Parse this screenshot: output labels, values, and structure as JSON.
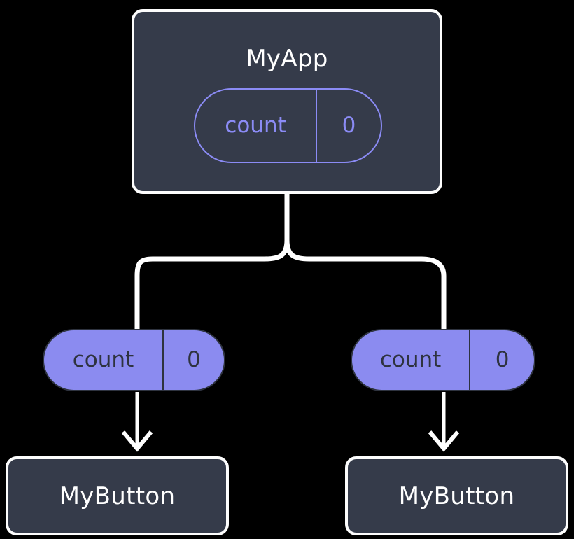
{
  "diagram": {
    "type": "component-tree",
    "background_color": "#000000",
    "palette": {
      "box_fill": "#353b4a",
      "box_border": "#fdfdfd",
      "box_label": "#ffffff",
      "pill_outline_stroke": "#8b8bf5",
      "pill_filled_fill": "#8b8bf0",
      "pill_filled_stroke": "#2e333f",
      "pill_filled_text": "#2e333f",
      "edge_color": "#ffffff"
    },
    "root": {
      "title": "MyApp",
      "state": {
        "name": "count",
        "value": "0"
      }
    },
    "branches": [
      {
        "prop": {
          "name": "count",
          "value": "0"
        },
        "child": {
          "title": "MyButton"
        }
      },
      {
        "prop": {
          "name": "count",
          "value": "0"
        },
        "child": {
          "title": "MyButton"
        }
      }
    ]
  }
}
